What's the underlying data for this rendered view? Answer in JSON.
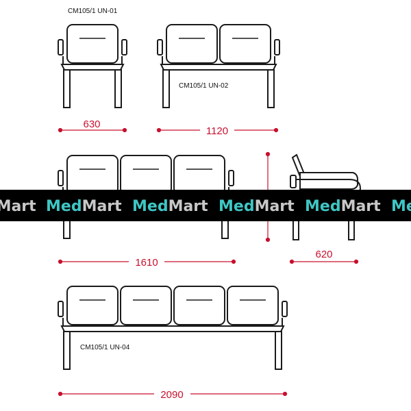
{
  "labels": {
    "un01": "CM105/1 UN-01",
    "un02": "CM105/1 UN-02",
    "un04": "CM105/1 UN-04"
  },
  "dimensions": {
    "d630": "630",
    "d1120": "1120",
    "d1610": "1610",
    "d620": "620",
    "d2090": "2090"
  },
  "watermark": {
    "part1": "Med",
    "part2": "Mart",
    "color1": "#3ec6c4",
    "color2": "#c8c8c8",
    "band_color": "#000000"
  },
  "colors": {
    "dimension": "#c8102e",
    "drawing": "#1a1a1a",
    "seat_fill": "#ffffff"
  }
}
